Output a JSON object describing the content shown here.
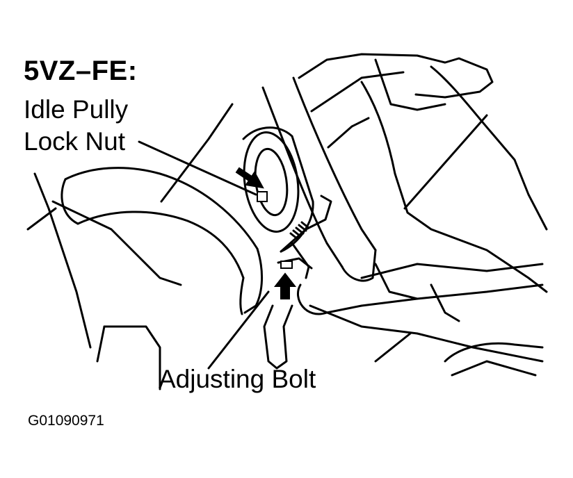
{
  "diagram": {
    "title": "5VZ–FE:",
    "callouts": {
      "idle_pulley_line1": "Idle Pully",
      "idle_pulley_line2": "Lock Nut",
      "adjusting_bolt": "Adjusting Bolt"
    },
    "figure_code": "G01090971"
  },
  "colors": {
    "ink": "#000000",
    "paper": "#ffffff"
  }
}
